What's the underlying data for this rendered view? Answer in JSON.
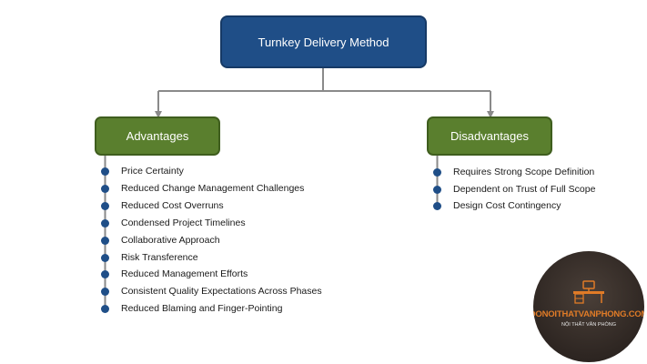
{
  "diagram": {
    "root": {
      "label": "Turnkey Delivery Method"
    },
    "advantages": {
      "label": "Advantages",
      "items": [
        "Price Certainty",
        "Reduced Change Management Challenges",
        "Reduced Cost Overruns",
        "Condensed Project Timelines",
        "Collaborative Approach",
        "Risk Transference",
        "Reduced Management Efforts",
        "Consistent Quality Expectations Across Phases",
        "Reduced Blaming and Finger-Pointing"
      ]
    },
    "disadvantages": {
      "label": "Disadvantages",
      "items": [
        "Requires Strong Scope Definition",
        "Dependent on Trust of Full Scope",
        "Design Cost Contingency"
      ]
    }
  },
  "colors": {
    "root_fill": "#1f4e87",
    "branch_fill": "#5a7f2e",
    "bullet": "#1f4e87",
    "connector": "#8a8a8a",
    "logo_accent": "#e07b27"
  },
  "watermark": {
    "name": "DONOITHATVANPHONG.COM",
    "subtitle": "NỘI THẤT VĂN PHÒNG"
  }
}
